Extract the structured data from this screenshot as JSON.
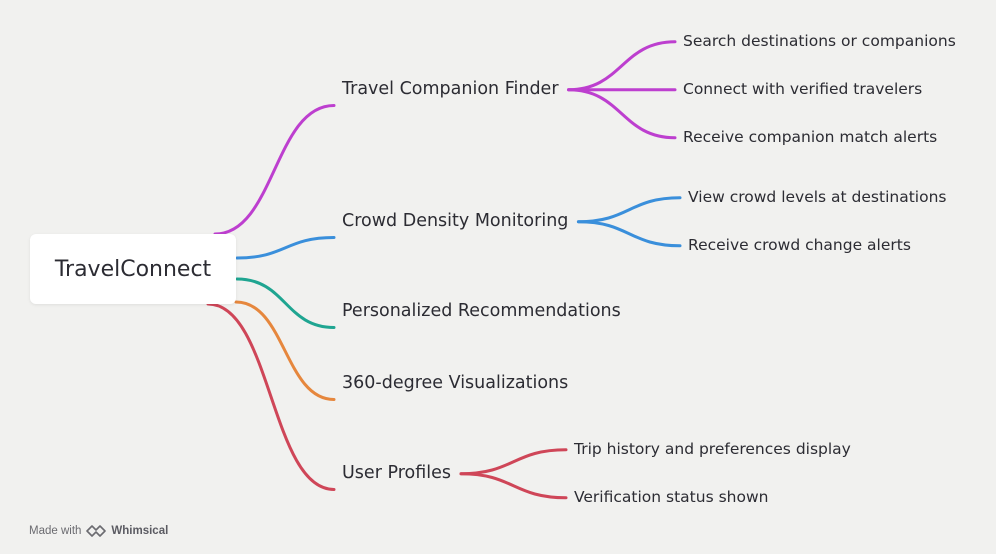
{
  "root": {
    "label": "TravelConnect"
  },
  "branches": [
    {
      "id": "b0",
      "label": "Travel Companion Finder",
      "color": "#bd3fcf",
      "children": [
        {
          "id": "b0c0",
          "label": "Search destinations or companions"
        },
        {
          "id": "b0c1",
          "label": "Connect with verified travelers"
        },
        {
          "id": "b0c2",
          "label": "Receive companion match alerts"
        }
      ]
    },
    {
      "id": "b1",
      "label": "Crowd Density Monitoring",
      "color": "#3a8fdb",
      "children": [
        {
          "id": "b1c0",
          "label": "View crowd levels at destinations"
        },
        {
          "id": "b1c1",
          "label": "Receive crowd change alerts"
        }
      ]
    },
    {
      "id": "b2",
      "label": "Personalized Recommendations",
      "color": "#1fa591",
      "children": []
    },
    {
      "id": "b3",
      "label": "360-degree Visualizations",
      "color": "#e6873d",
      "children": []
    },
    {
      "id": "b4",
      "label": "User Profiles",
      "color": "#cf4658",
      "children": [
        {
          "id": "b4c0",
          "label": "Trip history and preferences display"
        },
        {
          "id": "b4c1",
          "label": "Verification status shown"
        }
      ]
    }
  ],
  "footer": {
    "made_with": "Made with",
    "brand": "Whimsical",
    "logo_icon": "whimsical-logo-icon"
  }
}
